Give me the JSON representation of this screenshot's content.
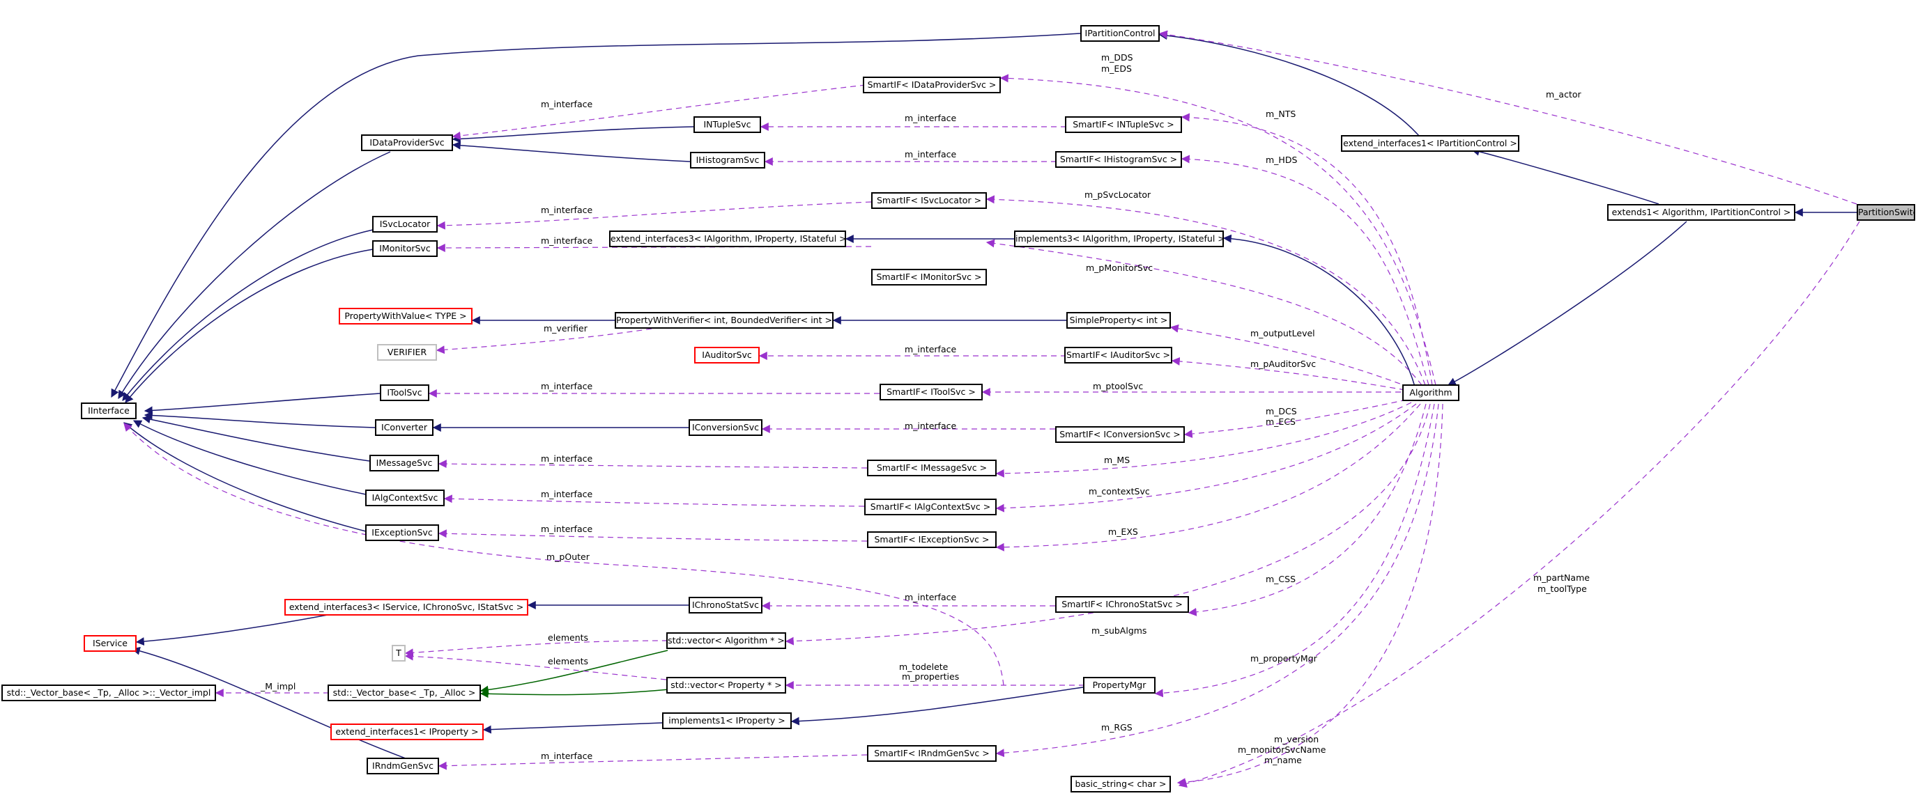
{
  "diagram": {
    "title": "PartitionSwitchAlg",
    "colors": {
      "inheritance": "#191970",
      "template": "#006400",
      "usage": "#9a32cd",
      "missing_node_border": "#ff0000",
      "undocumented_node_border": "#bfbfbf",
      "highlight_fill": "#bfbfbf"
    },
    "nodes": {
      "partition_switch_alg": "PartitionSwitchAlg",
      "extends1": "extends1< Algorithm, IPartitionControl >",
      "extend_interfaces1_pc": "extend_interfaces1< IPartitionControl >",
      "ipartition_control": "IPartitionControl",
      "algorithm": "Algorithm",
      "smartif_idataprovider": "SmartIF< IDataProviderSvc >",
      "smartif_intuple": "SmartIF< INTupleSvc >",
      "smartif_ihistogram": "SmartIF< IHistogramSvc >",
      "smartif_isvclocator": "SmartIF< ISvcLocator >",
      "implements3": "implements3< IAlgorithm, IProperty, IStateful >",
      "extend_interfaces3_alg": "extend_interfaces3< IAlgorithm, IProperty, IStateful >",
      "smartif_imonitor": "SmartIF< IMonitorSvc >",
      "simple_property": "SimpleProperty< int >",
      "property_with_verifier": "PropertyWithVerifier< int, BoundedVerifier< int > >",
      "property_with_value": "PropertyWithValue< TYPE >",
      "verifier": "VERIFIER",
      "smartif_iauditor": "SmartIF< IAuditorSvc >",
      "iauditor_svc": "IAuditorSvc",
      "smartif_itool": "SmartIF< IToolSvc >",
      "smartif_iconversion": "SmartIF< IConversionSvc >",
      "iconversion_svc": "IConversionSvc",
      "smartif_imessage": "SmartIF< IMessageSvc >",
      "smartif_ialgcontext": "SmartIF< IAlgContextSvc >",
      "smartif_iexception": "SmartIF< IExceptionSvc >",
      "smartif_ichronostat": "SmartIF< IChronoStatSvc >",
      "ichronostat_svc": "IChronoStatSvc",
      "vector_algorithm": "std::vector< Algorithm * >",
      "vector_property": "std::vector< Property * >",
      "property_mgr": "PropertyMgr",
      "implements1": "implements1< IProperty >",
      "smartif_irndmgen": "SmartIF< IRndmGenSvc >",
      "basic_string": "basic_string< char >",
      "idataprovider_svc": "IDataProviderSvc",
      "intuple_svc": "INTupleSvc",
      "ihistogram_svc": "IHistogramSvc",
      "isvclocator": "ISvcLocator",
      "imonitor_svc": "IMonitorSvc",
      "iinterface": "IInterface",
      "itool_svc": "IToolSvc",
      "iconverter": "IConverter",
      "imessage_svc": "IMessageSvc",
      "ialgcontext_svc": "IAlgContextSvc",
      "iexception_svc": "IExceptionSvc",
      "extend_interfaces3_svc": "extend_interfaces3< IService, IChronoSvc, IStatSvc >",
      "iservice": "IService",
      "t_param": "T",
      "vector_base": "std::_Vector_base< _Tp, _Alloc >",
      "vector_impl": "std::_Vector_base< _Tp, _Alloc >::_Vector_impl",
      "extend_interfaces1_prop": "extend_interfaces1< IProperty >",
      "irndmgen_svc": "IRndmGenSvc"
    },
    "labels": {
      "m_actor": "m_actor",
      "m_dds": "m_DDS",
      "m_eds": "m_EDS",
      "m_interface": "m_interface",
      "m_nts": "m_NTS",
      "m_hds": "m_HDS",
      "m_psvclocator": "m_pSvcLocator",
      "m_pmonitorsvc": "m_pMonitorSvc",
      "m_outputlevel": "m_outputLevel",
      "m_verifier": "m_verifier",
      "m_pauditorsvc": "m_pAuditorSvc",
      "m_ptoolsvc": "m_ptoolSvc",
      "m_dcs": "m_DCS",
      "m_ecs": "m_ECS",
      "m_ms": "m_MS",
      "m_contextsvc": "m_contextSvc",
      "m_exs": "m_EXS",
      "m_pouter": "m_pOuter",
      "m_css": "m_CSS",
      "m_partname": "m_partName",
      "m_tooltype": "m_toolType",
      "m_subalgms": "m_subAlgms",
      "elements": "elements",
      "m_impl": "_M_impl",
      "m_todelete": "m_todelete",
      "m_properties": "m_properties",
      "m_propertymgr": "m_propertyMgr",
      "m_rgs": "m_RGS",
      "m_version": "m_version",
      "m_monitorsvcname": "m_monitorSvcName",
      "m_name": "m_name"
    }
  }
}
